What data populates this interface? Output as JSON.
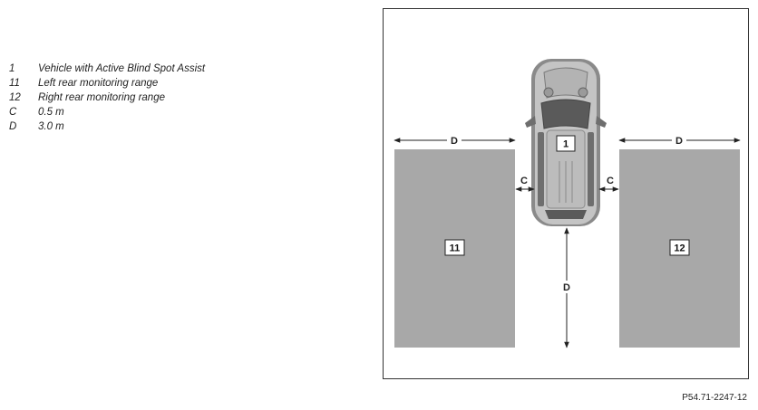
{
  "legend": [
    {
      "key": "1",
      "text": "Vehicle with Active Blind Spot Assist"
    },
    {
      "key": "11",
      "text": "Left rear monitoring range"
    },
    {
      "key": "12",
      "text": "Right rear monitoring range"
    },
    {
      "key": "C",
      "text": "0.5 m"
    },
    {
      "key": "D",
      "text": "3.0 m"
    }
  ],
  "diagram": {
    "vehicle_label": "1",
    "left_zone_label": "11",
    "right_zone_label": "12",
    "dim_c": "C",
    "dim_d": "D"
  },
  "reference": "P54.71-2247-12",
  "colors": {
    "zone_fill": "#a8a8a8",
    "car_body": "#c4c4c4",
    "car_dark": "#6e6e6e"
  }
}
